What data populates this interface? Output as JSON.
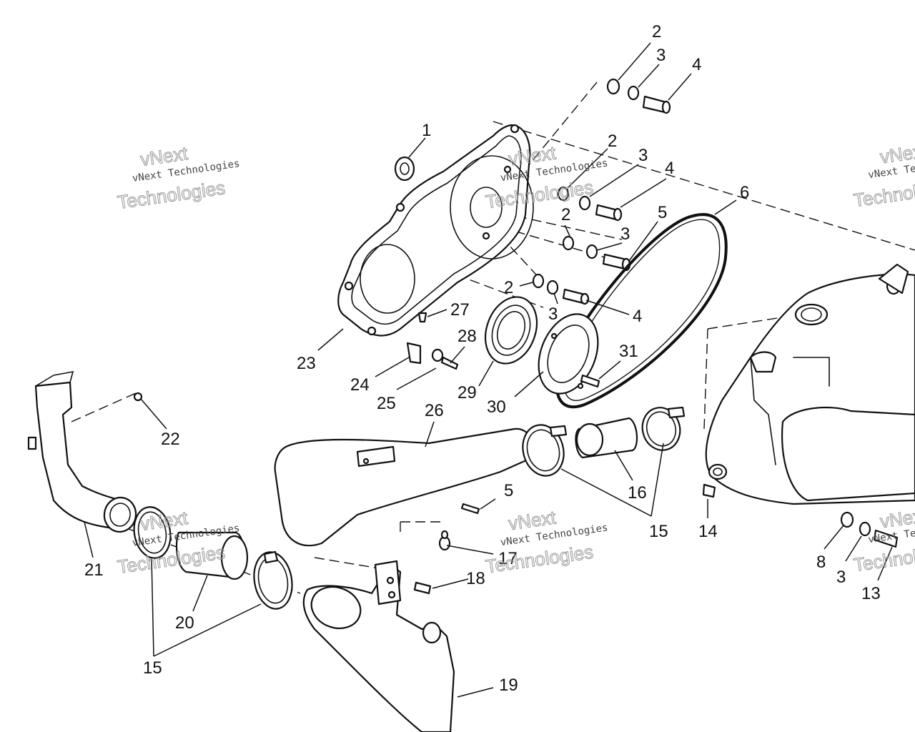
{
  "watermark": {
    "line1": "vNext",
    "line2": "vNext Technologies",
    "line3": "Technologies"
  },
  "callouts": [
    "1",
    "2",
    "3",
    "4",
    "5",
    "6",
    "8",
    "13",
    "14",
    "15",
    "16",
    "17",
    "18",
    "19",
    "20",
    "21",
    "22",
    "23",
    "24",
    "25",
    "26",
    "27",
    "28",
    "29",
    "30",
    "31"
  ],
  "labels": {
    "c1": "1",
    "c2a": "2",
    "c3a": "3",
    "c4a": "4",
    "c2b": "2",
    "c3b": "3",
    "c4b": "4",
    "c2c": "2",
    "c3c": "3",
    "c5a": "5",
    "c6": "6",
    "c2d": "2",
    "c3d": "3",
    "c4c": "4",
    "c27": "27",
    "c28": "28",
    "c23": "23",
    "c24": "24",
    "c25": "25",
    "c29": "29",
    "c30": "30",
    "c31": "31",
    "c26": "26",
    "c22": "22",
    "c16": "16",
    "c5b": "5",
    "c15a": "15",
    "c14": "14",
    "c17": "17",
    "c18": "18",
    "c21": "21",
    "c20": "20",
    "c15b": "15",
    "c19": "19",
    "c8": "8",
    "c3e": "3",
    "c13": "13"
  }
}
